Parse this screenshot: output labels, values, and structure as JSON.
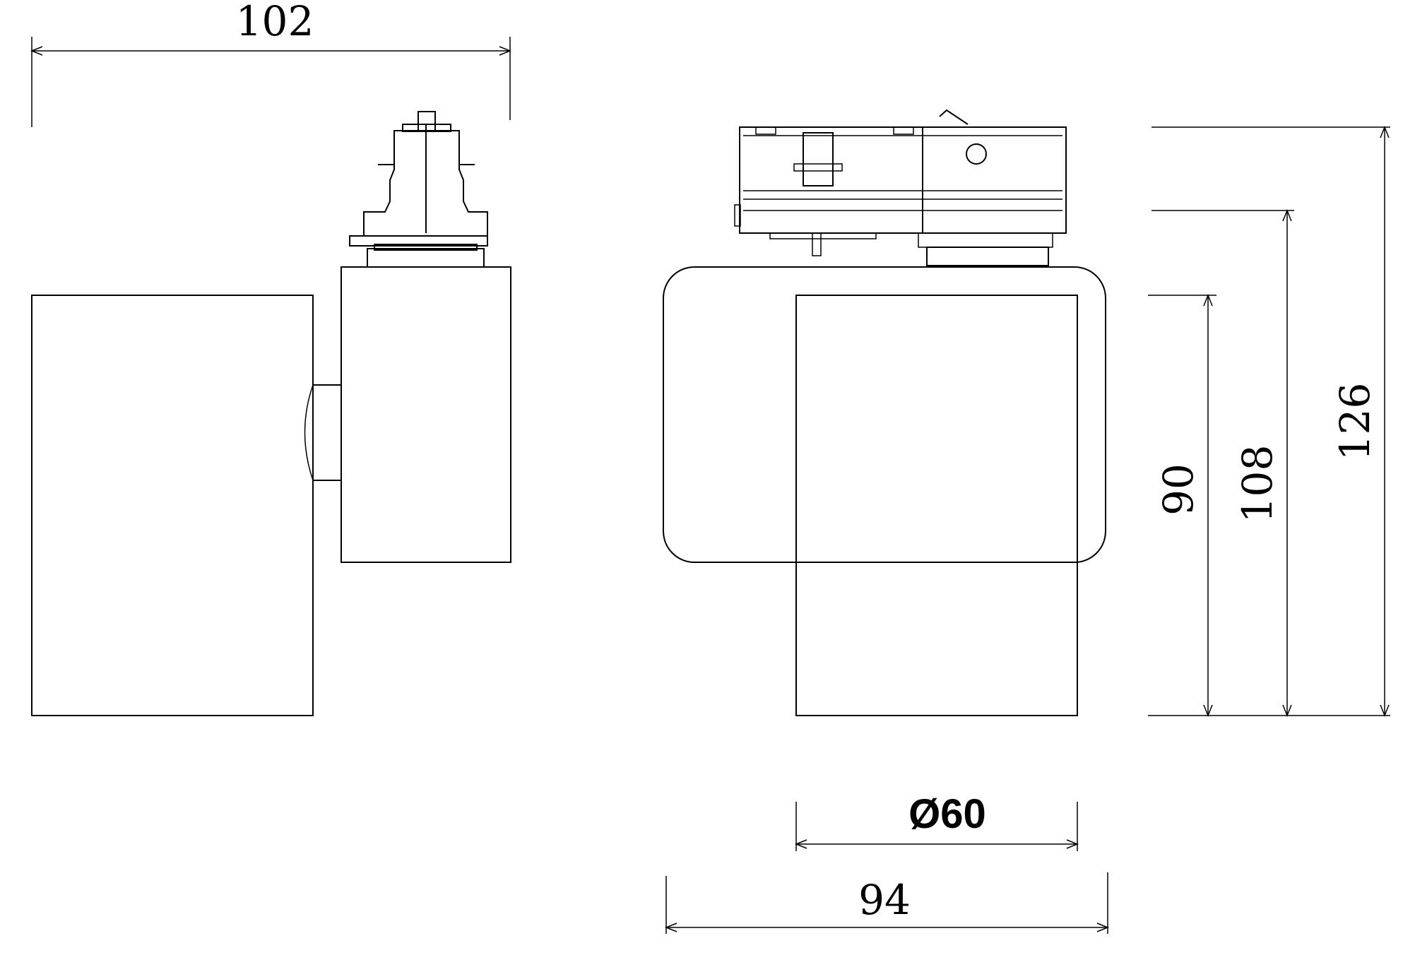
{
  "dimensions": {
    "overall_width": "102",
    "diameter": "Ø60",
    "front_width": "94",
    "height_body": "90",
    "height_mid": "108",
    "height_total": "126"
  },
  "colors": {
    "line": "#000000",
    "background": "#ffffff"
  }
}
